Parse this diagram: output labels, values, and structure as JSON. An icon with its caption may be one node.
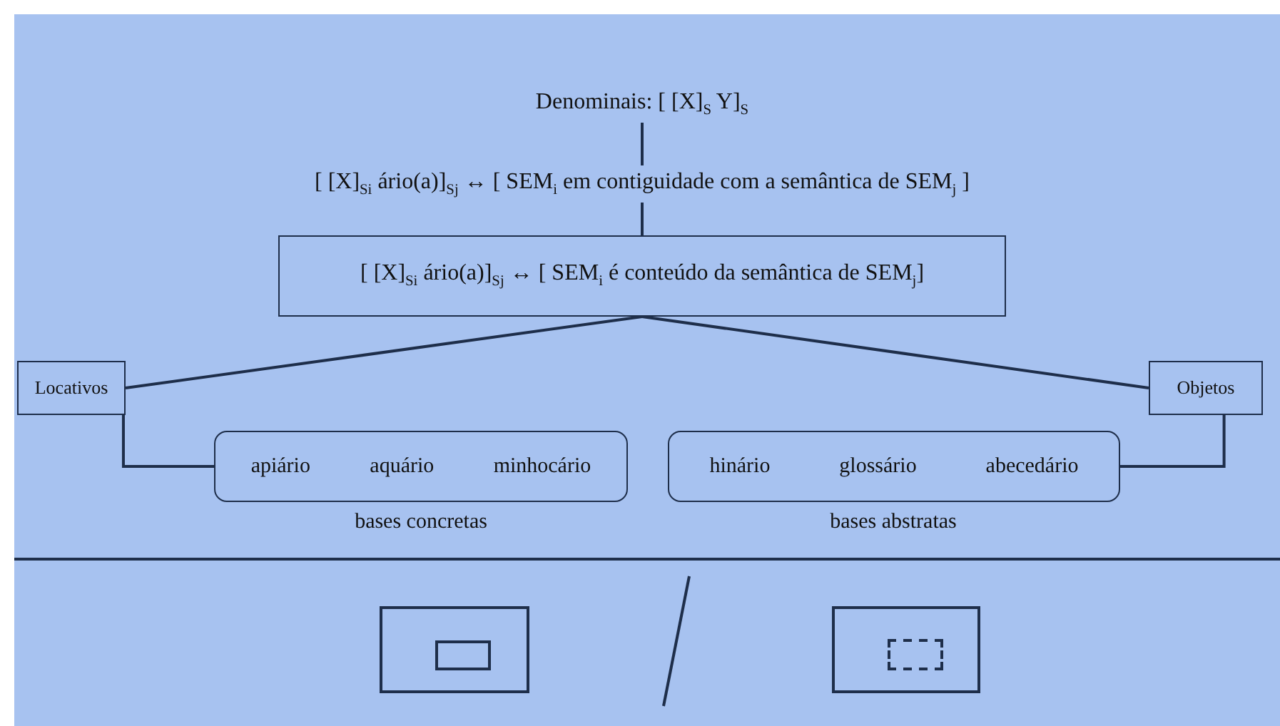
{
  "diagram": {
    "nodes": [
      {
        "text": [
          "Denominais: [ [X]$_{S}$ Y]$_{S}$"
        ]
      },
      {
        "text": [
          "[ [X]$_{Si}$ ário(a)]$_{Sj}$ ↔ [ SEM$_{i}$ em contiguidade com a semântica de SEM$_{j}$ ]"
        ]
      },
      {
        "text": [
          "[ [X]$_{Si}$ ário(a)]$_{Sj}$ ↔ [ SEM$_{i}$ é conteúdo da semântica de SEM$_{j}$]"
        ]
      },
      {
        "text": [
          "Locativos"
        ]
      },
      {
        "text": [
          "Objetos"
        ]
      },
      {
        "text": [
          "apiário",
          "aquário",
          "minhocário"
        ],
        "beside": [
          "bases concretas"
        ]
      },
      {
        "text": [
          "hinário",
          "glossário",
          "abecedário"
        ],
        "beside": [
          "bases abstratas"
        ]
      },
      {
        "text": [],
        "shape": "box"
      },
      {
        "text": [],
        "shape": "box",
        "in": 7
      },
      {
        "text": [],
        "shape": "box"
      },
      {
        "text": [],
        "shape": "box",
        "in": 9
      }
    ],
    "edges": [
      {
        "from": 0,
        "to": 1,
        "arrow": "none"
      },
      {
        "from": 1,
        "to": 2,
        "arrow": "none"
      },
      {
        "from": 2,
        "to": 3,
        "arrow": "none"
      },
      {
        "from": 2,
        "to": 4,
        "arrow": "none"
      },
      {
        "from": 3,
        "to": 5,
        "arrow": "none"
      },
      {
        "from": 4,
        "to": 6,
        "arrow": "none"
      }
    ]
  }
}
